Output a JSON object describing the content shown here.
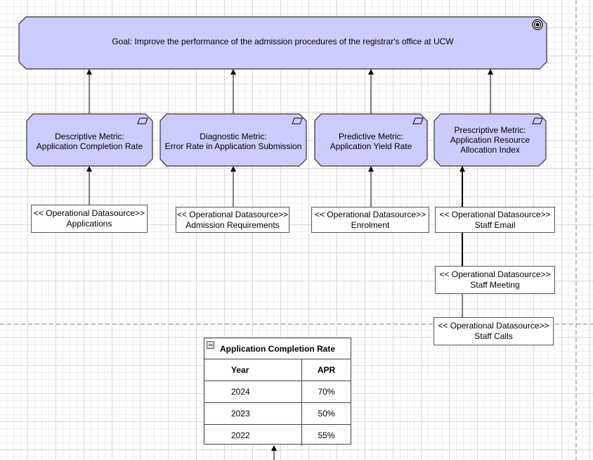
{
  "goal": {
    "text": "Goal: Improve the performance of the admission procedures of the registrar's office at UCW"
  },
  "metrics": [
    {
      "text": "Descriptive Metric:\nApplication Completion Rate"
    },
    {
      "text": "Diagnostic Metric:\nError Rate in Application Submission"
    },
    {
      "text": "Predictive Metric:\nApplication Yield Rate"
    },
    {
      "text": "Prescriptive Metric:\nApplication Resource\nAllocation Index"
    }
  ],
  "datasources": [
    {
      "stereotype": "<< Operational Datasource>>",
      "name": "Applications"
    },
    {
      "stereotype": "<< Operational Datasource>>",
      "name": "Admission Requirements"
    },
    {
      "stereotype": "<< Operational Datasource>>",
      "name": "Enrolment"
    },
    {
      "stereotype": "<< Operational Datasource>>",
      "name": "Staff Email"
    },
    {
      "stereotype": "<< Operational Datasource>>",
      "name": "Staff Meeting"
    },
    {
      "stereotype": "<< Operational Datasource>>",
      "name": "Staff Calls"
    }
  ],
  "table": {
    "title": "Application Completion Rate",
    "headers": [
      "Year",
      "APR"
    ],
    "rows": [
      [
        "2024",
        "70%"
      ],
      [
        "2023",
        "50%"
      ],
      [
        "2022",
        "55%"
      ]
    ]
  },
  "colors": {
    "fill": "#ccccff",
    "stroke": "#333333"
  },
  "icons": {
    "goal": "goal-target-icon",
    "metric": "metric-parallelogram-icon"
  }
}
